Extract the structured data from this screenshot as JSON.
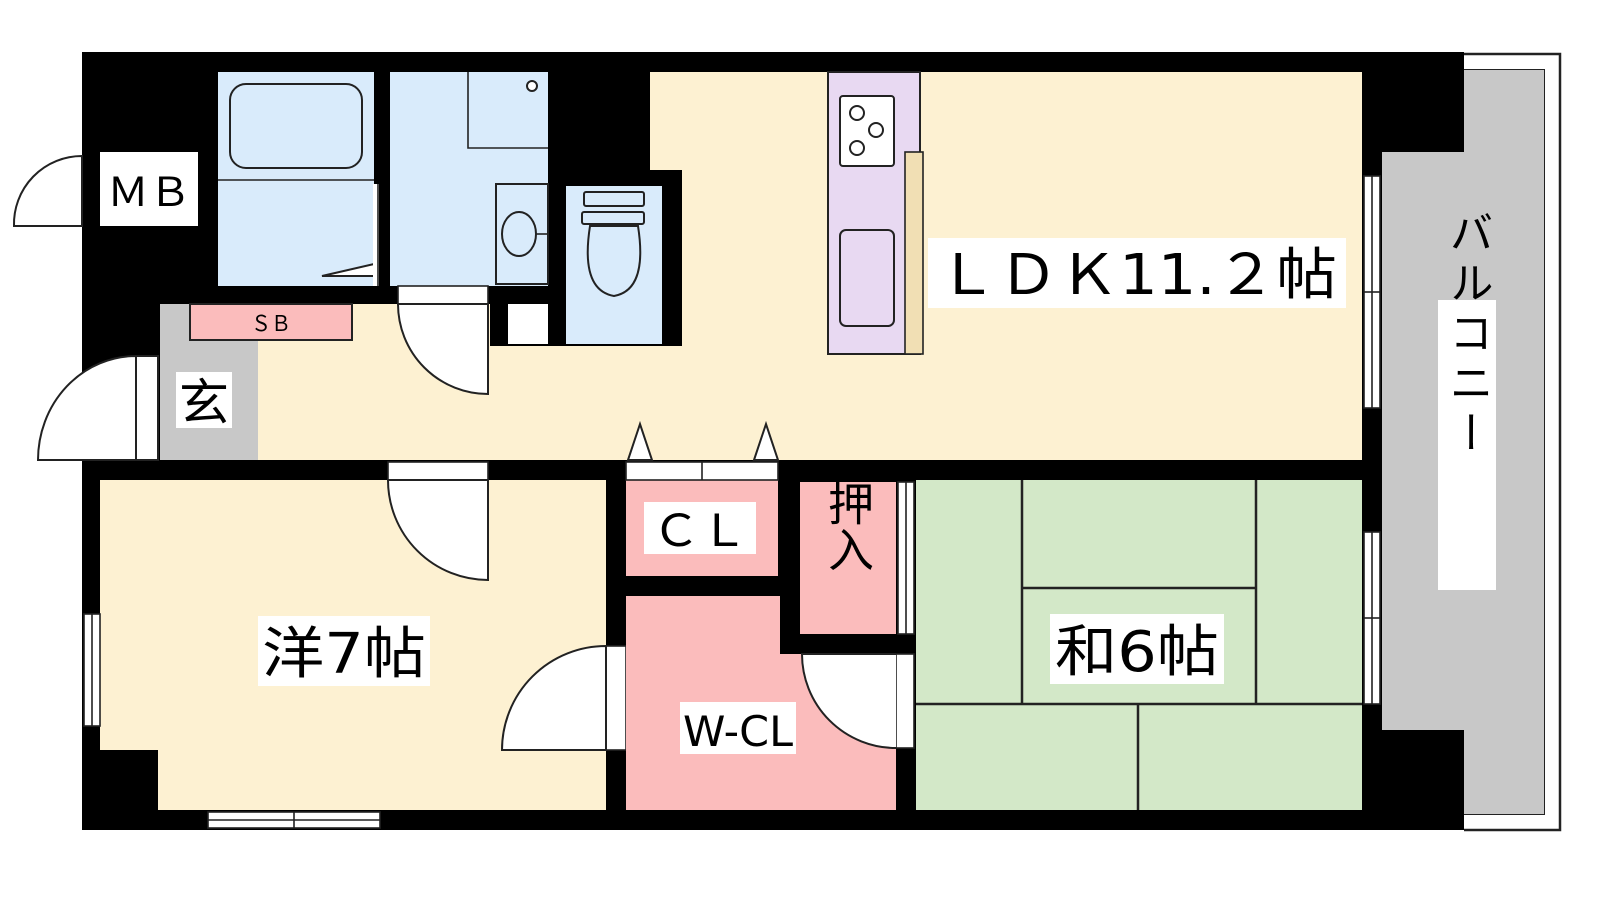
{
  "rooms": {
    "ldk": "ＬＤＫ11.２帖",
    "western": "洋7帖",
    "japanese": "和6帖",
    "closet": "ＣＬ",
    "oshiire": "押入",
    "walkin_closet": "W-CL",
    "entrance": "玄",
    "meter_box": "ＭＢ",
    "shoe_box": "ＳＢ",
    "balcony": "バルコニー"
  },
  "colors": {
    "wall": "#000000",
    "ldk_floor": "#fdf1d2",
    "western_floor": "#fdf1d2",
    "japanese_floor": "#d3e8c8",
    "closet_floor": "#fbbcbc",
    "water_area": "#d9ebfb",
    "kitchen": "#e8d9f2",
    "entrance_floor": "#c8c8c8",
    "balcony_floor": "#c8c8c8",
    "kitchen_counter": "#f1dfb4"
  }
}
